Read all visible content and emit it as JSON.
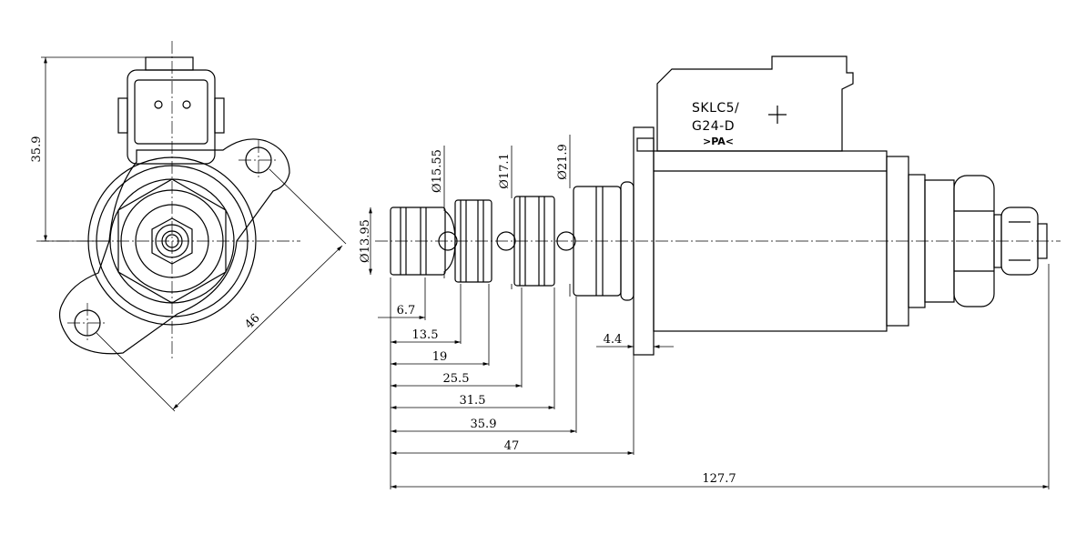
{
  "front_view": {
    "height_dim": "35.9",
    "diagonal_dim": "46"
  },
  "side_view": {
    "label_line1": "SKLC5/",
    "label_line2": "G24-D",
    "label_line3": ">PA<",
    "dia_1": "Ø13.95",
    "dia_2": "Ø15.55",
    "dia_3": "Ø17.1",
    "dia_4": "Ø21.9",
    "flange_dim": "4.4",
    "lengths": [
      "6.7",
      "13.5",
      "19",
      "25.5",
      "31.5",
      "35.9",
      "47",
      "127.7"
    ]
  }
}
